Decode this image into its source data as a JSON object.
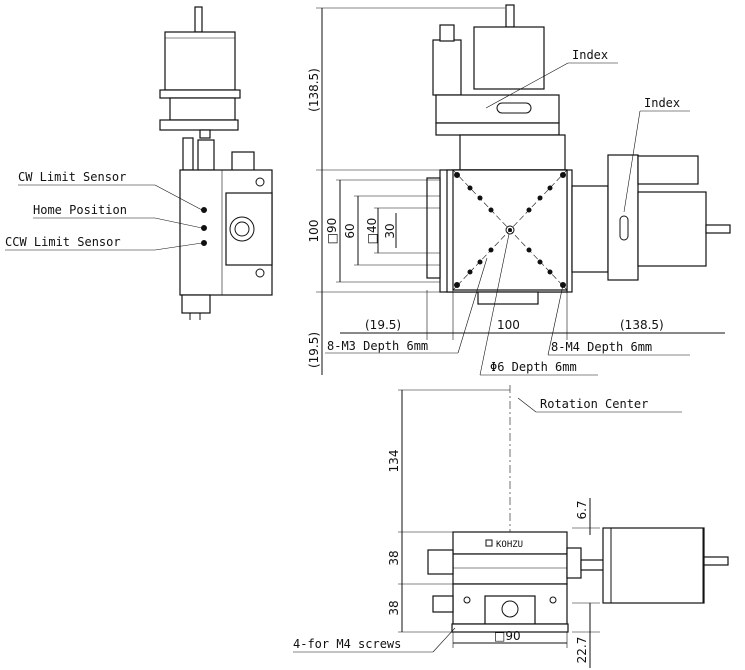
{
  "callouts": {
    "cw_limit": "CW Limit Sensor",
    "home": "Home Position",
    "ccw_limit": "CCW Limit Sensor",
    "index_top": "Index",
    "index_right": "Index",
    "m3": "8-M3 Depth 6mm",
    "m4": "8-M4 Depth 6mm",
    "phi6": "Φ6 Depth 6mm",
    "rotation_center": "Rotation Center",
    "screws": "4-for M4 screws",
    "brand": "KOHZU"
  },
  "dims": {
    "d138_5_v": "(138.5)",
    "d100_v": "100",
    "d19_5_v": "(19.5)",
    "sq90": "□90",
    "d60": "60",
    "sq40": "□40",
    "d30": "30",
    "d19_5_h": "(19.5)",
    "d100_h": "100",
    "d138_5_h": "(138.5)",
    "d134": "134",
    "d38_a": "38",
    "d38_b": "38",
    "d6_7": "6.7",
    "d22_7": "22.7",
    "sq90_b": "□90"
  }
}
